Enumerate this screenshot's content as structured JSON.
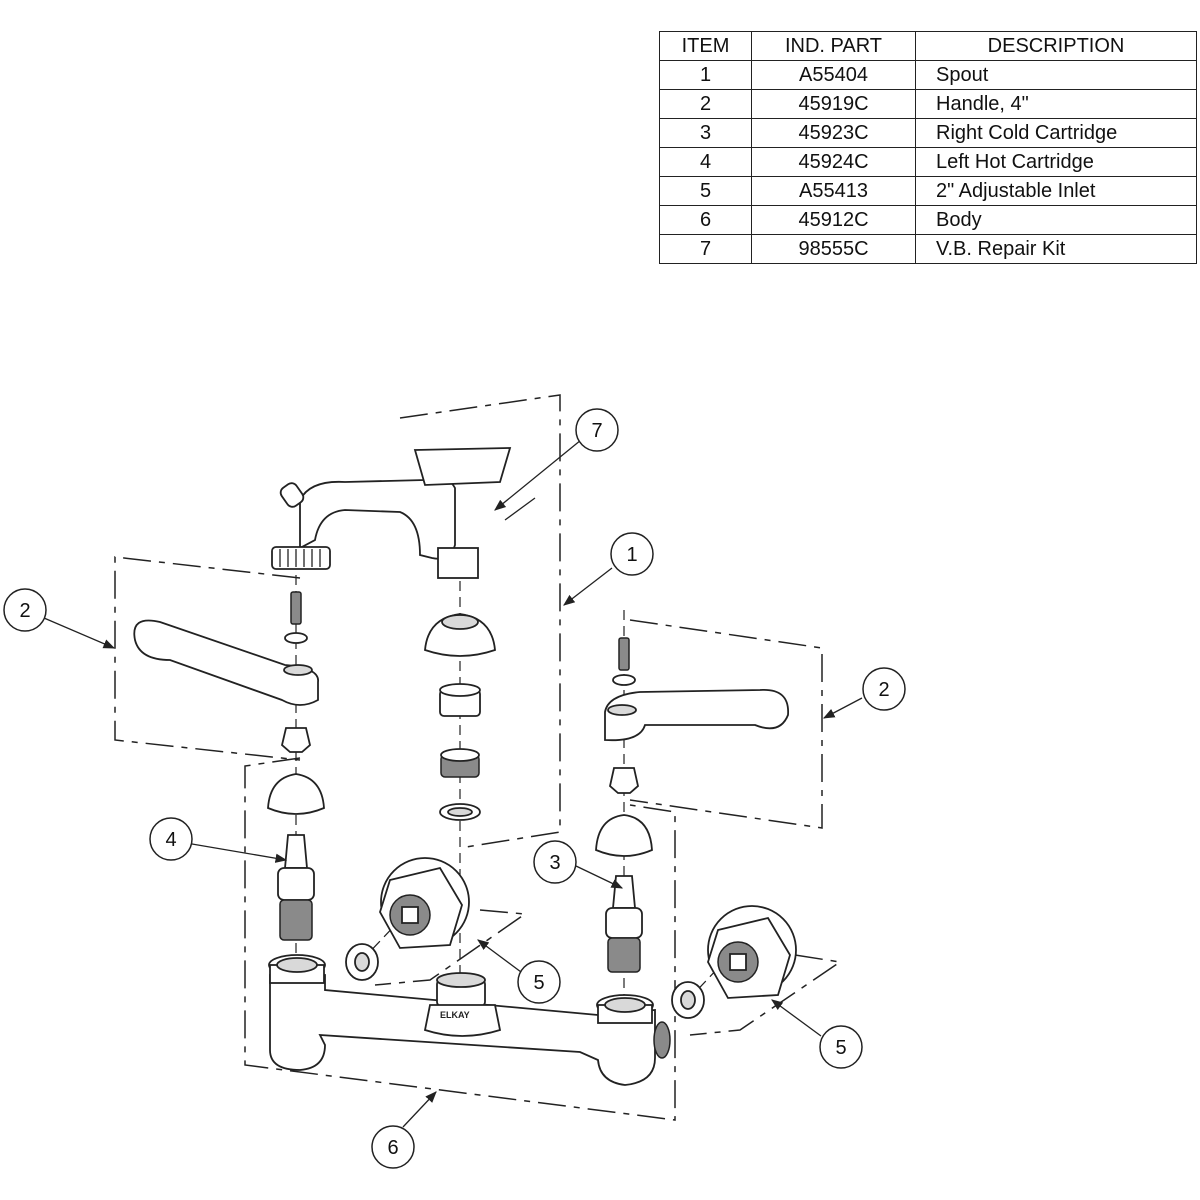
{
  "table": {
    "headers": {
      "item": "ITEM",
      "part": "IND. PART",
      "description": "DESCRIPTION"
    },
    "rows": [
      {
        "item": "1",
        "part": "A55404",
        "description": "Spout"
      },
      {
        "item": "2",
        "part": "45919C",
        "description": "Handle, 4\""
      },
      {
        "item": "3",
        "part": "45923C",
        "description": "Right Cold Cartridge"
      },
      {
        "item": "4",
        "part": "45924C",
        "description": "Left Hot Cartridge"
      },
      {
        "item": "5",
        "part": "A55413",
        "description": "2\" Adjustable Inlet"
      },
      {
        "item": "6",
        "part": "45912C",
        "description": "Body"
      },
      {
        "item": "7",
        "part": "98555C",
        "description": "V.B. Repair Kit"
      }
    ]
  },
  "callouts": {
    "spout": "1",
    "handle_left": "2",
    "handle_right": "2",
    "cartridge_cold": "3",
    "cartridge_hot": "4",
    "inlet_left": "5",
    "inlet_right": "5",
    "body": "6",
    "vb_kit": "7"
  },
  "brand": "ELKAY"
}
